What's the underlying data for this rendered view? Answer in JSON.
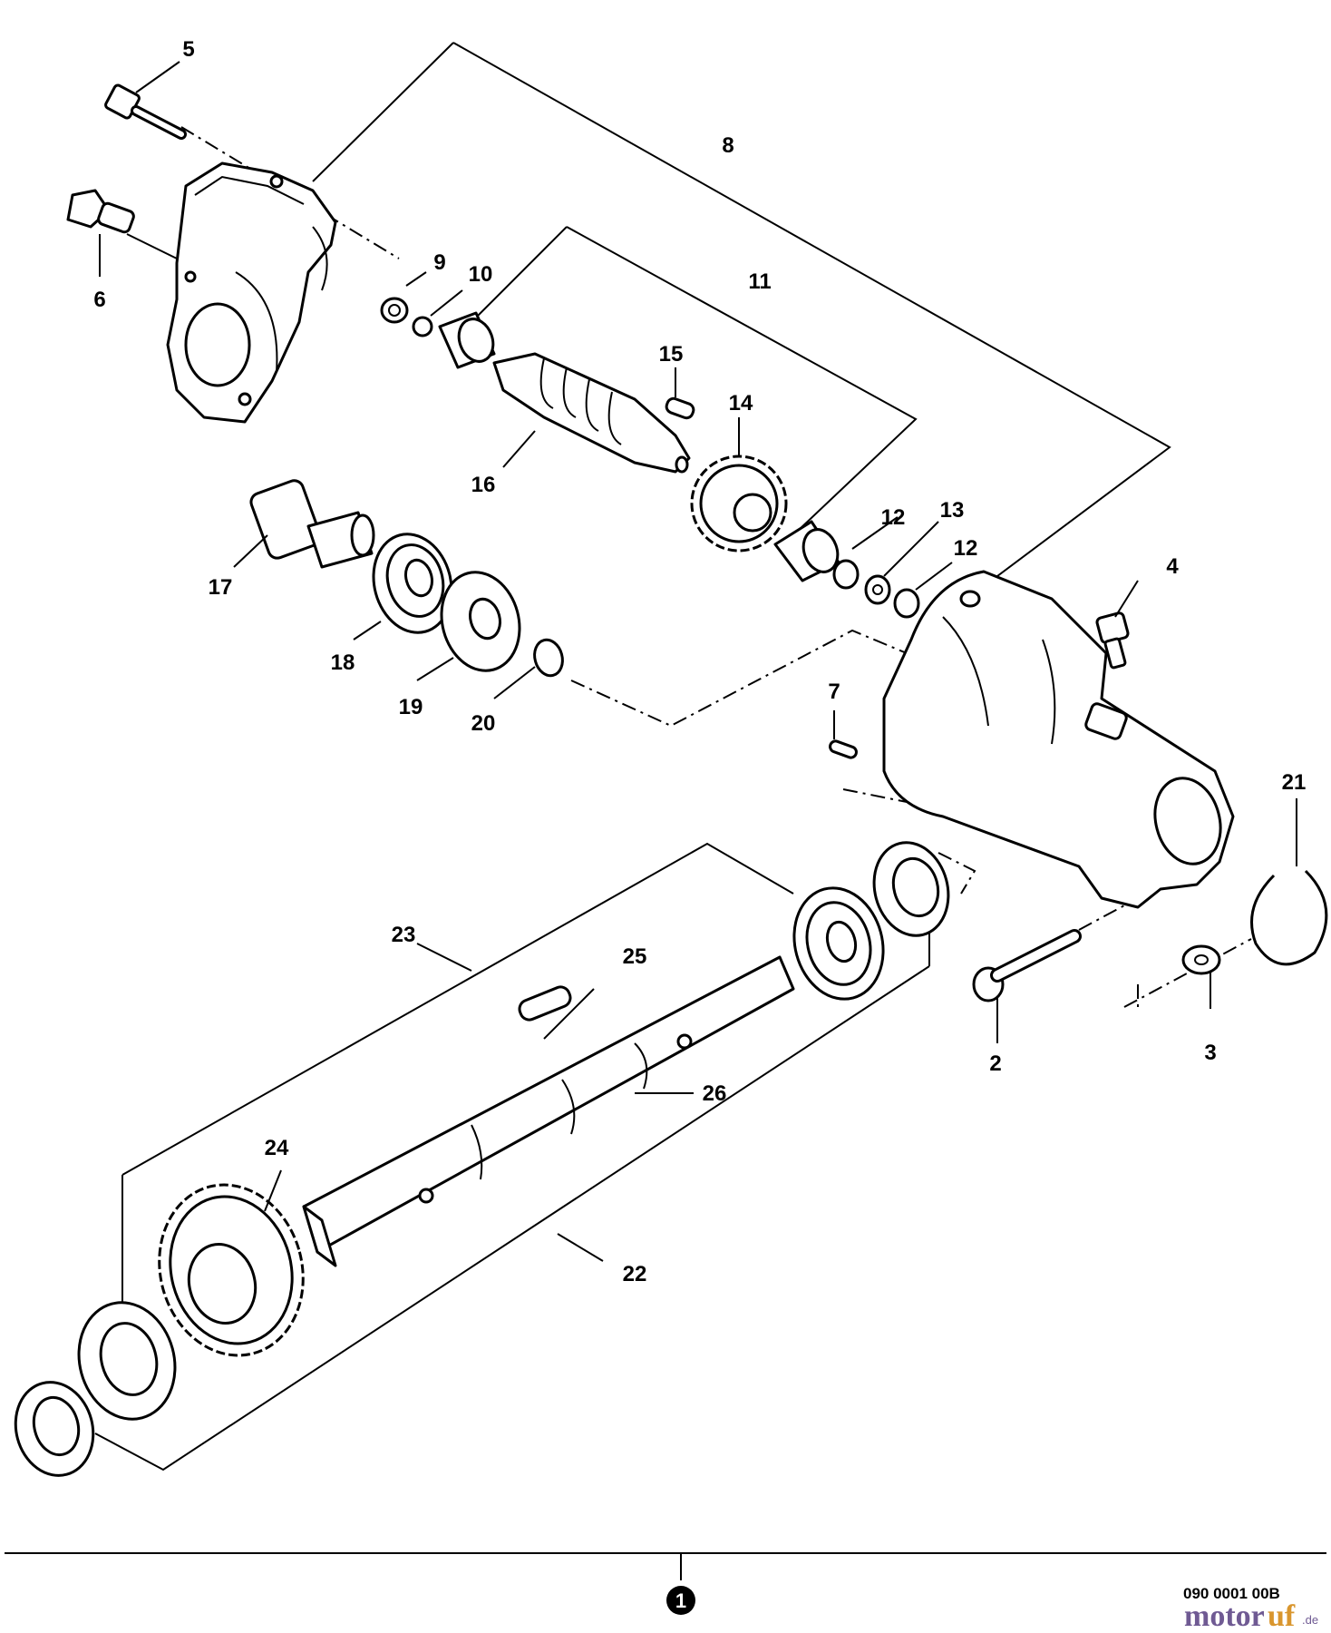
{
  "diagram": {
    "callouts": [
      "2",
      "3",
      "4",
      "5",
      "6",
      "7",
      "8",
      "9",
      "10",
      "11",
      "12",
      "12",
      "13",
      "14",
      "15",
      "16",
      "17",
      "18",
      "19",
      "20",
      "21",
      "22",
      "23",
      "24",
      "25",
      "26"
    ],
    "footer_marker": "1",
    "drawing_code": "090 0001 00B",
    "watermark": {
      "brand_a": "motor",
      "brand_b": "uf",
      "suffix": ".de"
    }
  }
}
